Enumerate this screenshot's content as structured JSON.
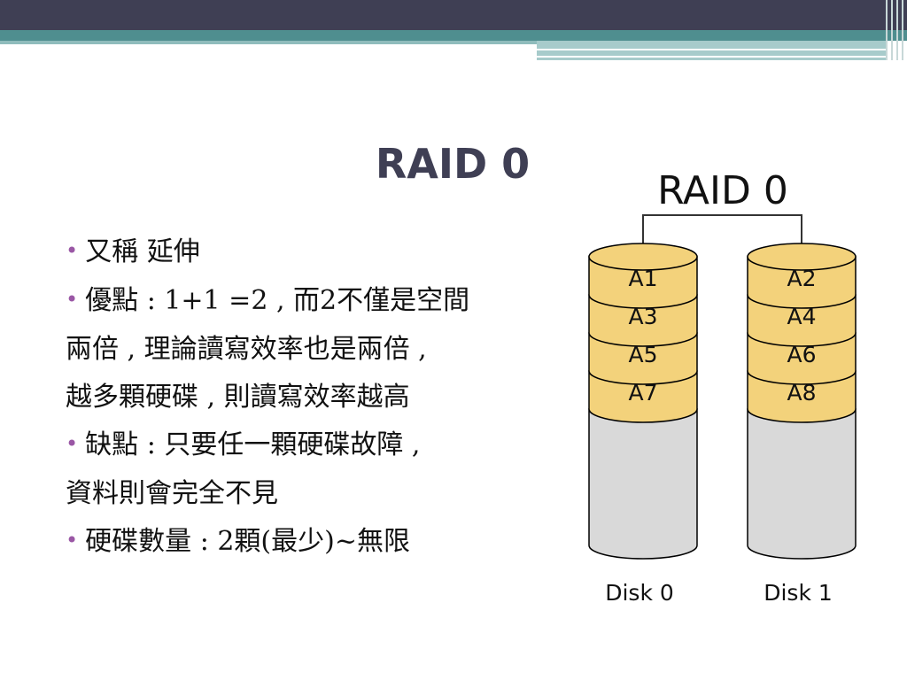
{
  "slide": {
    "title": "RAID 0",
    "bullets": [
      {
        "lines": [
          "又稱 延伸"
        ]
      },
      {
        "lines": [
          "優點 : 1+1 =2 , 而2不僅是空間",
          "兩倍 , 理論讀寫效率也是兩倍 ,",
          "越多顆硬碟 , 則讀寫效率越高"
        ]
      },
      {
        "lines": [
          "缺點 : 只要任一顆硬碟故障 ,",
          "資料則會完全不見"
        ]
      },
      {
        "lines": [
          "硬碟數量 : 2顆(最少)~無限"
        ]
      }
    ]
  },
  "diagram": {
    "title": "RAID 0",
    "disks": [
      {
        "label": "Disk 0",
        "blocks": [
          "A1",
          "A3",
          "A5",
          "A7"
        ]
      },
      {
        "label": "Disk 1",
        "blocks": [
          "A2",
          "A4",
          "A6",
          "A8"
        ]
      }
    ],
    "colors": {
      "data_block": "#f3d27b",
      "empty": "#d9d9d9",
      "stroke": "#000000",
      "header_dark": "#3f3f54",
      "header_teal": "#4f8e8f",
      "bullet": "#9a57a5"
    }
  }
}
